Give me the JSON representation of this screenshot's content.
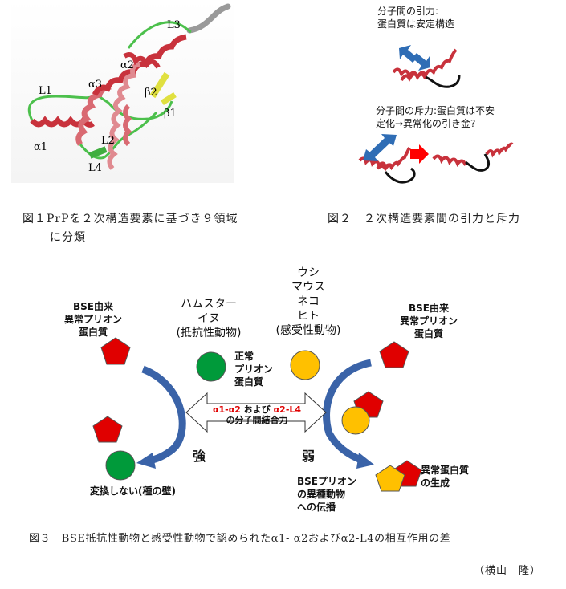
{
  "fig1": {
    "labels": {
      "L3": "L3",
      "a2": "α2",
      "a3": "α3",
      "L1": "L1",
      "b2": "β2",
      "b1": "β1",
      "a1": "α1",
      "L2": "L2",
      "L4": "L4"
    },
    "caption_line1": "図１PrPを２次構造要素に基づき９領域",
    "caption_line2": "に分類"
  },
  "fig2": {
    "attract_line1": "分子間の引力:",
    "attract_line2": "蛋白質は安定構造",
    "repel_line1": "分子間の斥力:蛋白質は不安",
    "repel_line2": "定化→異常化の引き金?",
    "caption": "図２　２次構造要素間の引力と斥力"
  },
  "fig3": {
    "bse_left_line1": "BSE由来",
    "bse_left_line2": "異常プリオン",
    "bse_left_line3": "蛋白質",
    "bse_right_line1": "BSE由来",
    "bse_right_line2": "異常プリオン",
    "bse_right_line3": "蛋白質",
    "resistant_line1": "ハムスター",
    "resistant_line2": "イヌ",
    "resistant_line3": "(抵抗性動物)",
    "susceptible_line1": "ウシ",
    "susceptible_line2": "マウス",
    "susceptible_line3": "ネコ",
    "susceptible_line4": "ヒト",
    "susceptible_line5": "(感受性動物)",
    "normal_line1": "正常",
    "normal_line2": "プリオン",
    "normal_line3": "蛋白質",
    "bond_part1": "α1-α2",
    "bond_part2": " および ",
    "bond_part3": "α2-L4",
    "bond_line2": "の分子間結合力",
    "strong": "強",
    "weak": "弱",
    "no_convert": "変換しない(種の壁)",
    "spread_line1": "BSEプリオン",
    "spread_line2": "の異種動物",
    "spread_line3": "への伝播",
    "abnormal_line1": "異常蛋白質",
    "abnormal_line2": "の生成",
    "caption": "図３　BSE抵抗性動物と感受性動物で認められたα1- α2およびα2-L4の相互作用の差",
    "author": "（横山　隆）"
  },
  "colors": {
    "helix": "#c8323c",
    "loop": "#4cc04c",
    "strand": "#e0e040",
    "pentagon": "#e00000",
    "normal_green": "#009a3a",
    "normal_yellow": "#ffc000",
    "arrow_blue": "#2f6db5",
    "arrow_red": "#ff0000"
  }
}
